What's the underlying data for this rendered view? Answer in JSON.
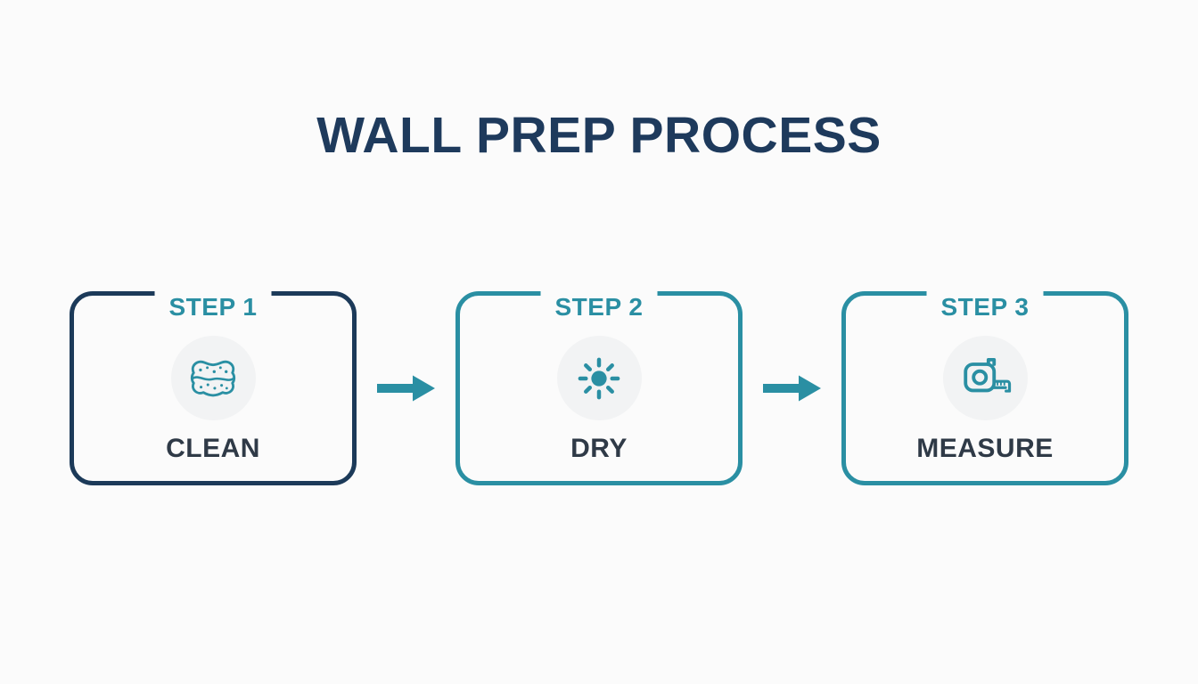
{
  "page": {
    "title": "WALL PREP PROCESS"
  },
  "colors": {
    "page_bg": "#FBFBFB",
    "title_navy": "#1E3A5C",
    "card1_border_navy": "#1C3A59",
    "teal_accent": "#2A8FA3",
    "step_title_dark": "#2F3A47",
    "icon_circle_bg": "#F2F3F4"
  },
  "steps": [
    {
      "step_label": "STEP 1",
      "title": "CLEAN",
      "icon": "sponge-icon"
    },
    {
      "step_label": "STEP 2",
      "title": "DRY",
      "icon": "sun-icon"
    },
    {
      "step_label": "STEP 3",
      "title": "MEASURE",
      "icon": "tape-measure-icon"
    }
  ],
  "connectors": [
    {
      "icon": "arrow-right-icon"
    },
    {
      "icon": "arrow-right-icon"
    }
  ]
}
